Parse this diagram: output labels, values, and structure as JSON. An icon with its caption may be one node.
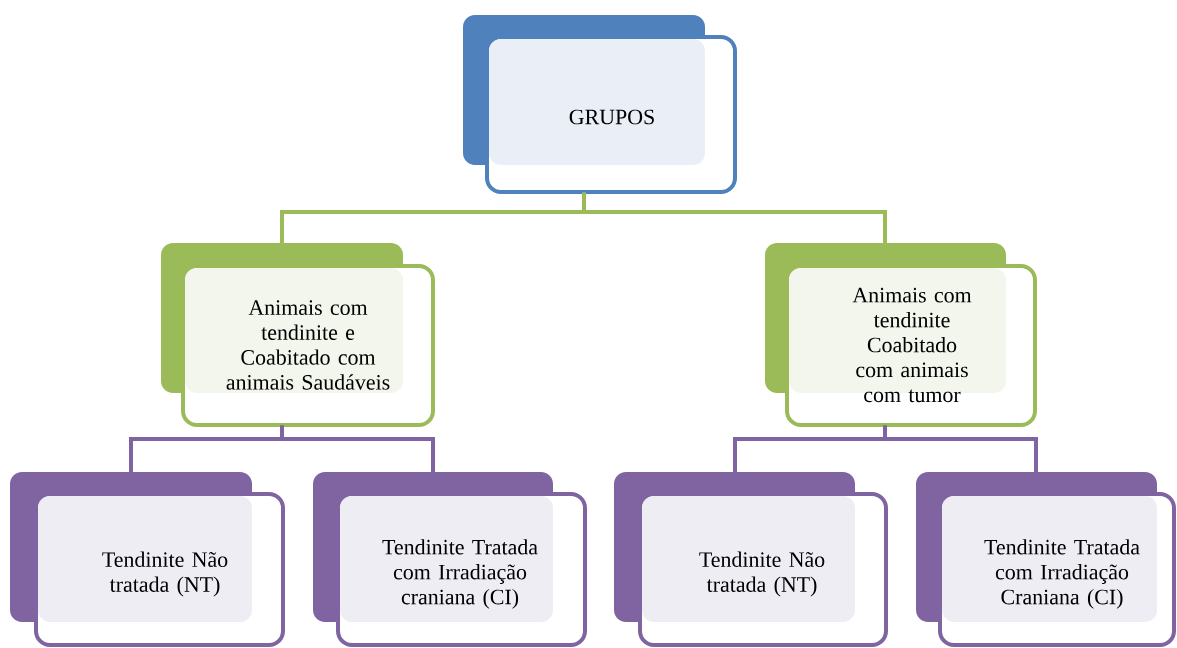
{
  "diagram": {
    "nodes": [
      {
        "text": [
          "GRUPOS"
        ]
      },
      {
        "text": [
          "Animais com tendinite e Coabitado com animais Saudáveis"
        ]
      },
      {
        "text": [
          "Animais com tendinite Coabitado com animais com tumor"
        ]
      },
      {
        "text": [
          "Tendinite Não tratada (NT)"
        ]
      },
      {
        "text": [
          "Tendinite Tratada com Irradiação craniana (CI)"
        ]
      },
      {
        "text": [
          "Tendinite Não tratada (NT)"
        ]
      },
      {
        "text": [
          "Tendinite Tratada com Irradiação Craniana (CI)"
        ]
      }
    ],
    "edges": [
      {
        "from": 0,
        "to": 1,
        "arrow": "none",
        "color": "#9bbb59"
      },
      {
        "from": 0,
        "to": 2,
        "arrow": "none",
        "color": "#9bbb59"
      },
      {
        "from": 1,
        "to": 3,
        "arrow": "none"
      },
      {
        "from": 1,
        "to": 4,
        "arrow": "none"
      },
      {
        "from": 2,
        "to": 5,
        "arrow": "none"
      },
      {
        "from": 2,
        "to": 6,
        "arrow": "none"
      }
    ]
  }
}
